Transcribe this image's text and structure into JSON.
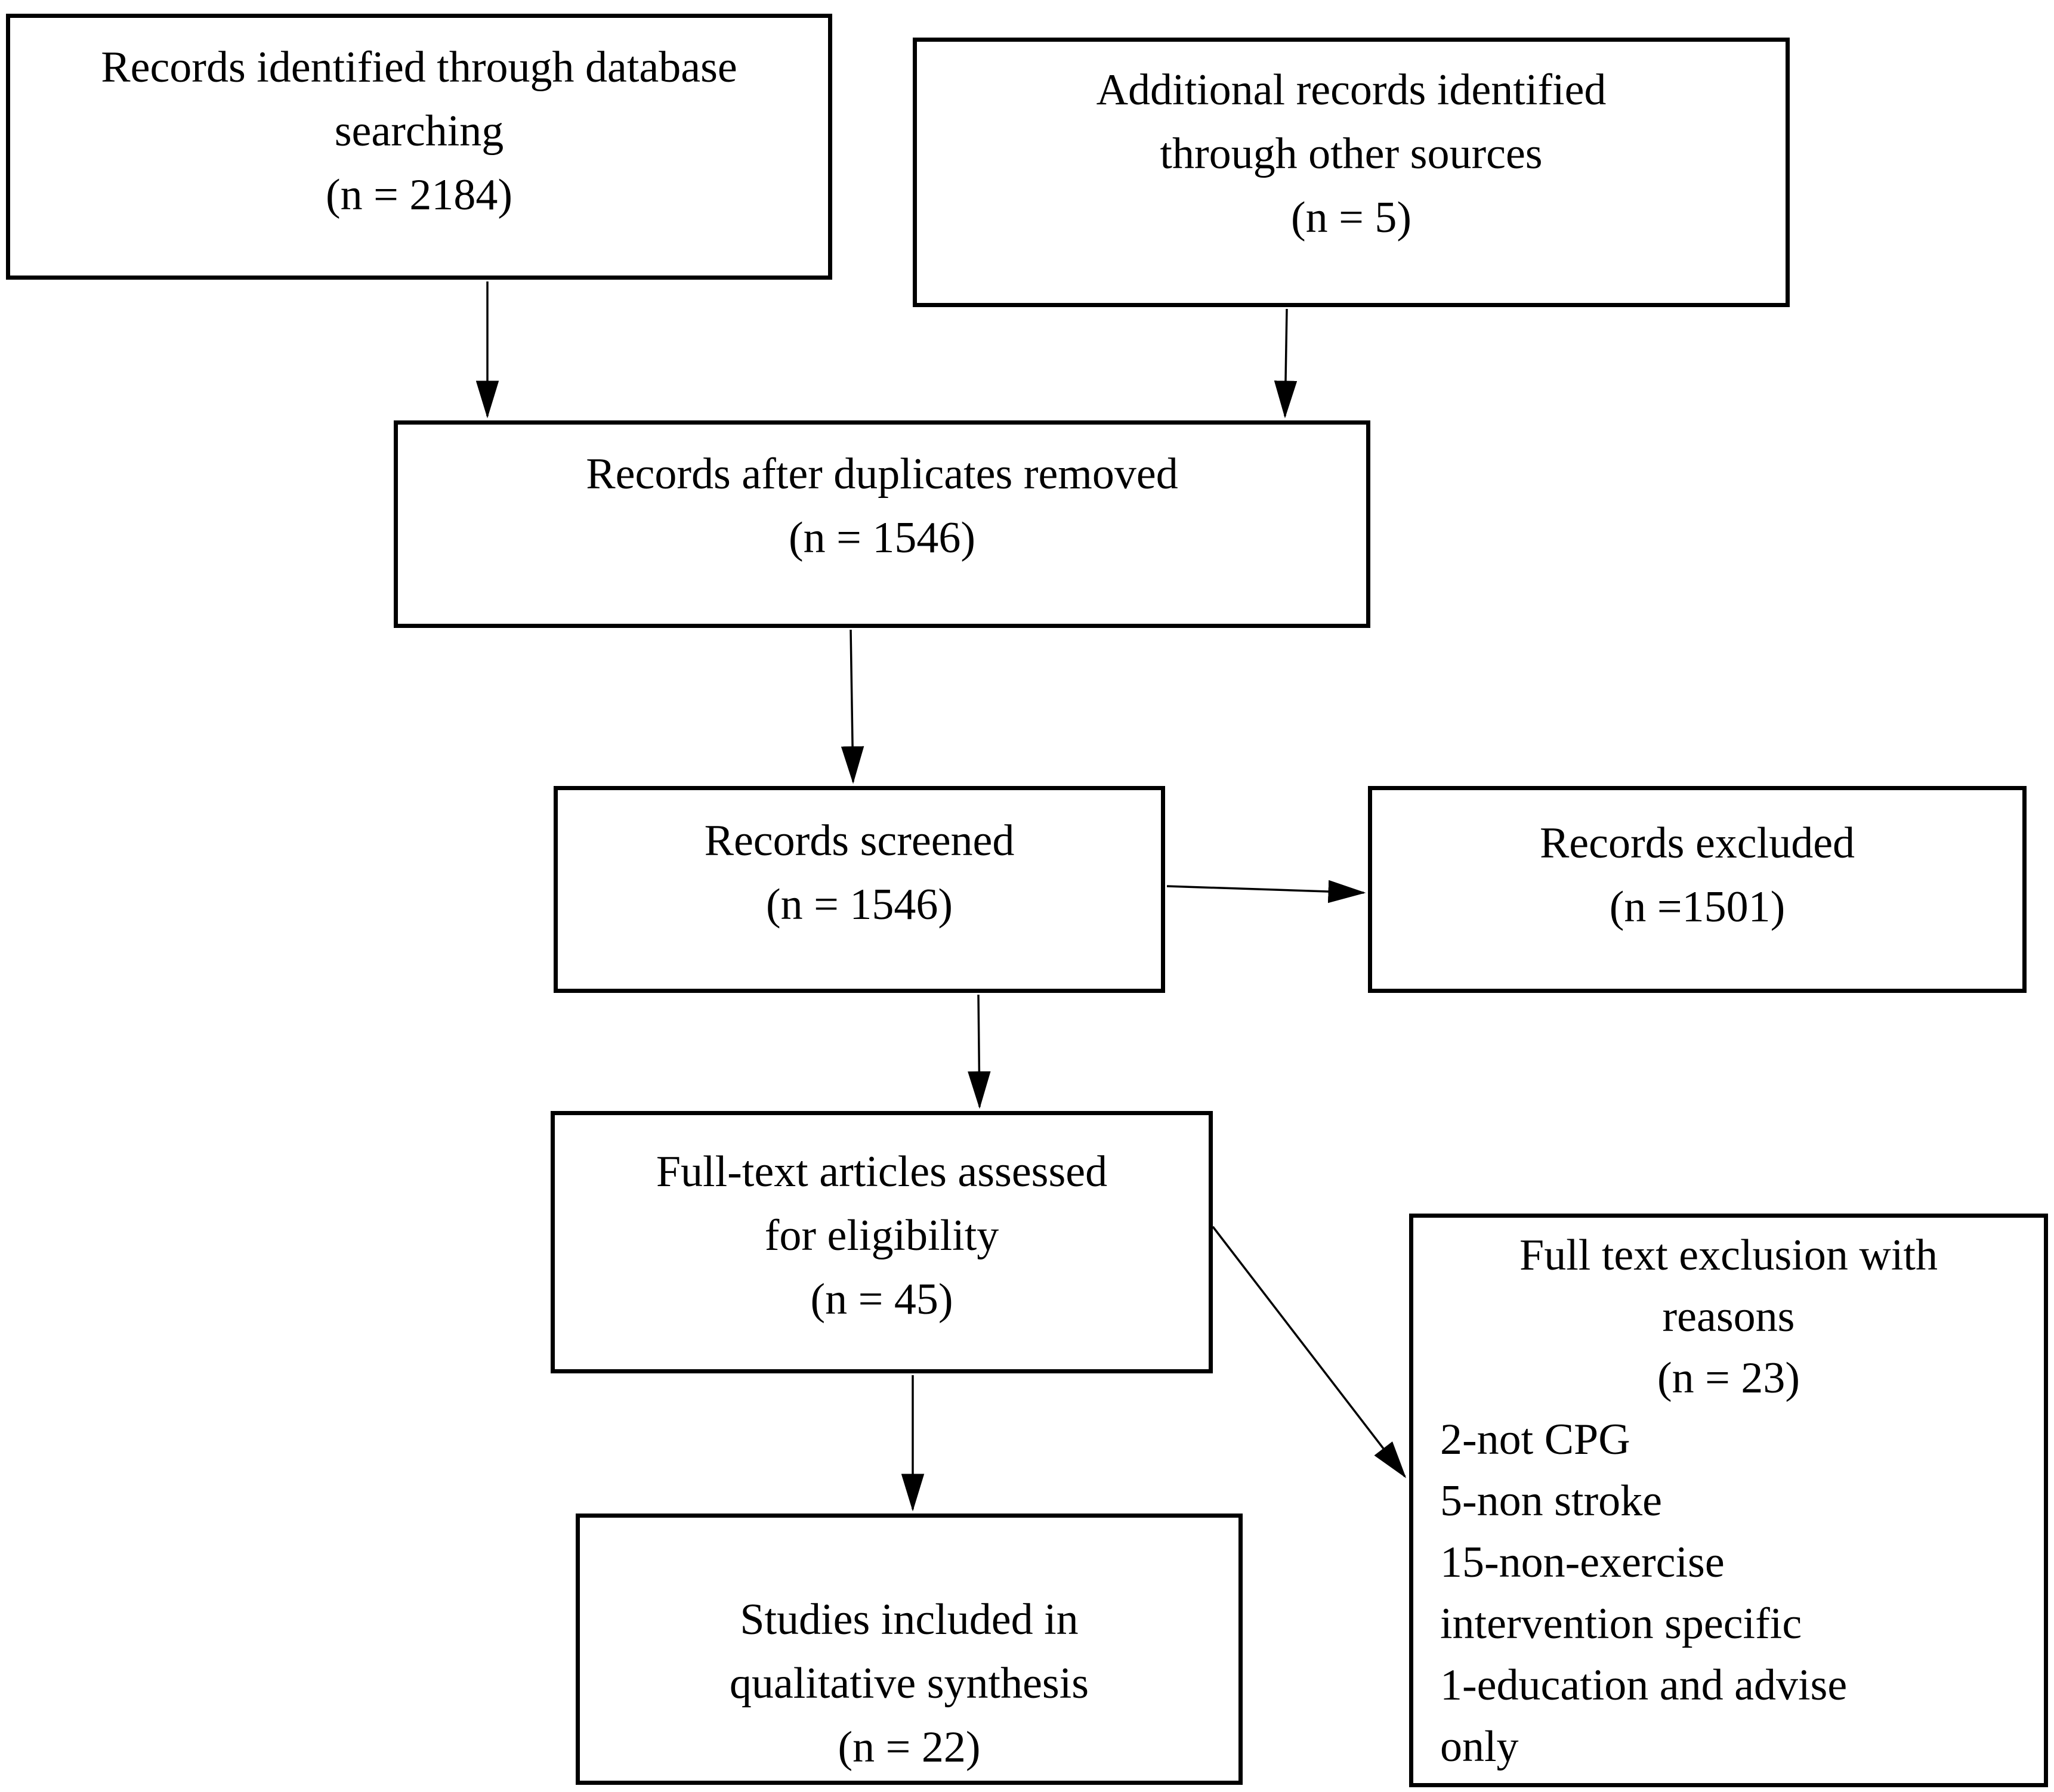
{
  "figure": {
    "background_color": "#ffffff",
    "line_color": "#000000",
    "text_color": "#000000",
    "boxes": {
      "identified": {
        "lines": [
          "Records identified through database",
          "searching",
          "(n = 2184)"
        ]
      },
      "additional": {
        "lines": [
          "Additional records identified",
          "through other sources",
          "(n = 5)"
        ]
      },
      "duplicates_removed": {
        "lines": [
          "Records after duplicates removed",
          "(n = 1546)"
        ]
      },
      "screened": {
        "lines": [
          "Records screened",
          "(n = 1546)"
        ]
      },
      "excluded": {
        "lines": [
          "Records excluded",
          "(n =1501)"
        ]
      },
      "full_text_assessed": {
        "lines": [
          "Full-text articles assessed",
          "for eligibility",
          "(n = 45)"
        ]
      },
      "full_text_exclusion": {
        "title_lines": [
          "Full text exclusion with",
          "reasons",
          "(n = 23)"
        ],
        "reason_lines": [
          "2-not CPG",
          "5-non stroke",
          "15-non-exercise",
          "intervention specific",
          "1-education and advise",
          "only"
        ]
      },
      "included": {
        "lines": [
          "Studies included in",
          "qualitative synthesis",
          "(n = 22)"
        ]
      }
    }
  }
}
